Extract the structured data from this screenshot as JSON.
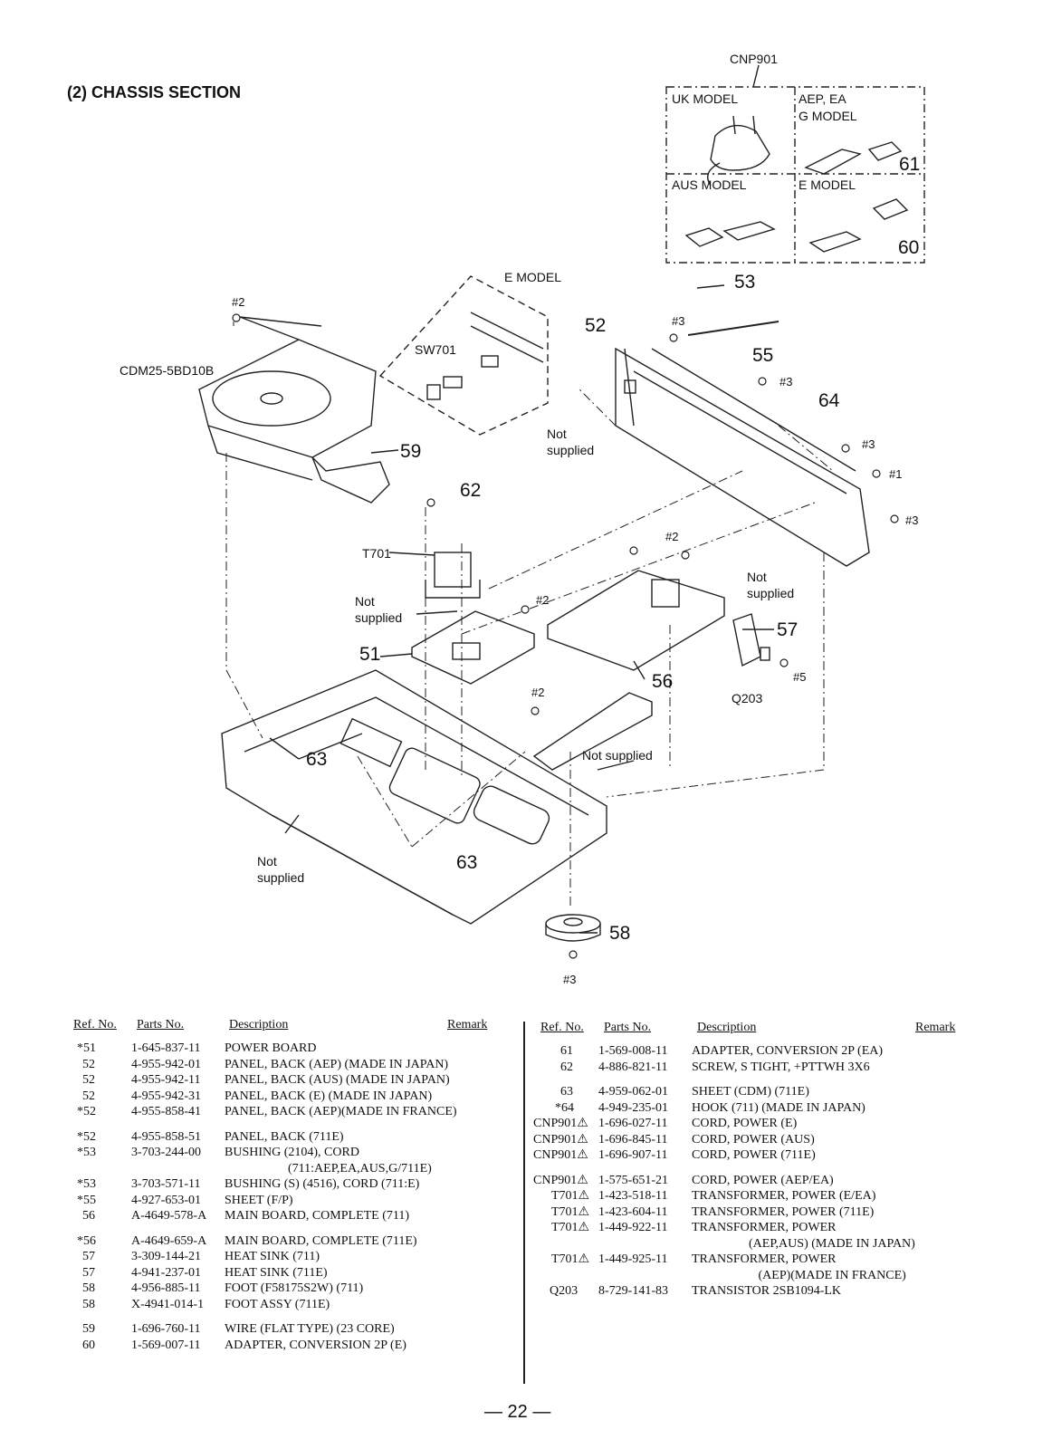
{
  "title": "(2)  CHASSIS SECTION",
  "diagram": {
    "cnp901": "CNP901",
    "uk_model": "UK MODEL",
    "aep_model_1": "AEP, EA",
    "aep_model_2": "G MODEL",
    "aus_model": "AUS MODEL",
    "e_model_inset": "E MODEL",
    "e_model_sw": "E MODEL",
    "sw701": "SW701",
    "cdm": "CDM25-5BD10B",
    "t701": "T701",
    "q203": "Q203",
    "not_supplied": "Not supplied",
    "callouts": {
      "n51": "51",
      "n52": "52",
      "n53": "53",
      "n55": "55",
      "n56": "56",
      "n57": "57",
      "n58": "58",
      "n59": "59",
      "n60": "60",
      "n61": "61",
      "n62": "62",
      "n63a": "63",
      "n63b": "63",
      "n64": "64"
    },
    "screws": {
      "s1": "#2",
      "s2": "#3",
      "s3": "#3",
      "s4": "#3",
      "s5": "#1",
      "s6": "#3",
      "s7": "#2",
      "s8": "#2",
      "s9": "#2",
      "s10": "#5",
      "s11": "#3"
    }
  },
  "table_headers": {
    "ref": "Ref. No.",
    "parts": "Parts No.",
    "desc": "Description",
    "remark": "Remark"
  },
  "left_rows": [
    {
      "ref": "*51",
      "part": "1-645-837-11",
      "desc": "POWER BOARD"
    },
    {
      "ref": "52",
      "part": "4-955-942-01",
      "desc": "PANEL, BACK (AEP) (MADE IN JAPAN)"
    },
    {
      "ref": "52",
      "part": "4-955-942-11",
      "desc": "PANEL, BACK (AUS) (MADE IN JAPAN)"
    },
    {
      "ref": "52",
      "part": "4-955-942-31",
      "desc": "PANEL, BACK (E) (MADE IN JAPAN)"
    },
    {
      "ref": "*52",
      "part": "4-955-858-41",
      "desc": "PANEL, BACK (AEP)(MADE IN FRANCE)"
    },
    {
      "ref": "*52",
      "part": "4-955-858-51",
      "desc": "PANEL, BACK (711E)"
    },
    {
      "ref": "*53",
      "part": "3-703-244-00",
      "desc": "BUSHING (2104), CORD"
    },
    {
      "ref": "",
      "part": "",
      "desc": "                    (711:AEP,EA,AUS,G/711E)"
    },
    {
      "ref": "*53",
      "part": "3-703-571-11",
      "desc": "BUSHING (S) (4516), CORD (711:E)"
    },
    {
      "ref": "*55",
      "part": "4-927-653-01",
      "desc": "SHEET (F/P)"
    },
    {
      "ref": "56",
      "part": "A-4649-578-A",
      "desc": "MAIN BOARD, COMPLETE (711)"
    },
    {
      "ref": "*56",
      "part": "A-4649-659-A",
      "desc": "MAIN BOARD, COMPLETE (711E)"
    },
    {
      "ref": "57",
      "part": "3-309-144-21",
      "desc": "HEAT SINK (711)"
    },
    {
      "ref": "57",
      "part": "4-941-237-01",
      "desc": "HEAT SINK (711E)"
    },
    {
      "ref": "58",
      "part": "4-956-885-11",
      "desc": "FOOT (F58175S2W) (711)"
    },
    {
      "ref": "58",
      "part": "X-4941-014-1",
      "desc": "FOOT ASSY (711E)"
    },
    {
      "ref": "59",
      "part": "1-696-760-11",
      "desc": "WIRE (FLAT TYPE) (23 CORE)"
    },
    {
      "ref": "60",
      "part": "1-569-007-11",
      "desc": "ADAPTER, CONVERSION 2P (E)"
    }
  ],
  "right_rows": [
    {
      "ref": "61",
      "part": "1-569-008-11",
      "desc": "ADAPTER, CONVERSION 2P (EA)"
    },
    {
      "ref": "62",
      "part": "4-886-821-11",
      "desc": "SCREW, S TIGHT, +PTTWH 3X6"
    },
    {
      "ref": "63",
      "part": "4-959-062-01",
      "desc": "SHEET (CDM) (711E)"
    },
    {
      "ref": "*64",
      "part": "4-949-235-01",
      "desc": "HOOK (711) (MADE IN JAPAN)"
    },
    {
      "ref": "CNP901⚠",
      "part": "1-696-027-11",
      "desc": "CORD, POWER (E)"
    },
    {
      "ref": "CNP901⚠",
      "part": "1-696-845-11",
      "desc": "CORD, POWER (AUS)"
    },
    {
      "ref": "CNP901⚠",
      "part": "1-696-907-11",
      "desc": "CORD, POWER (711E)"
    },
    {
      "ref": "CNP901⚠",
      "part": "1-575-651-21",
      "desc": "CORD, POWER (AEP/EA)"
    },
    {
      "ref": "T701⚠",
      "part": "1-423-518-11",
      "desc": "TRANSFORMER, POWER (E/EA)"
    },
    {
      "ref": "T701⚠",
      "part": "1-423-604-11",
      "desc": "TRANSFORMER, POWER (711E)"
    },
    {
      "ref": "T701⚠",
      "part": "1-449-922-11",
      "desc": "TRANSFORMER, POWER"
    },
    {
      "ref": "",
      "part": "",
      "desc": "                  (AEP,AUS) (MADE IN JAPAN)"
    },
    {
      "ref": "T701⚠",
      "part": "1-449-925-11",
      "desc": "TRANSFORMER, POWER"
    },
    {
      "ref": "",
      "part": "",
      "desc": "                     (AEP)(MADE IN FRANCE)"
    },
    {
      "ref": "Q203",
      "part": "8-729-141-83",
      "desc": "TRANSISTOR 2SB1094-LK"
    }
  ],
  "page_number": "— 22 —"
}
